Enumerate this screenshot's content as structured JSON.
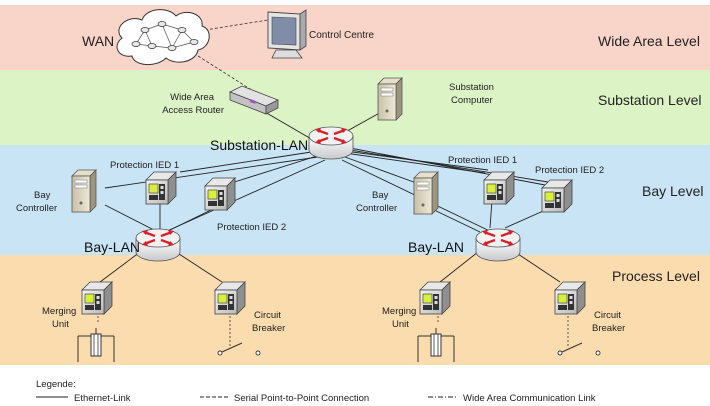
{
  "levels": {
    "wide_area": "Wide Area Level",
    "substation": "Substation Level",
    "bay": "Bay Level",
    "process": "Process Level"
  },
  "colors": {
    "wide_area": "#f9d4c8",
    "substation": "#dcf3c6",
    "bay": "#c9e4f4",
    "process": "#fbdcae",
    "switch_arrow": "#d8202a"
  },
  "nodes": {
    "wan": "WAN",
    "control_centre": "Control Centre",
    "router_line1": "Wide Area",
    "router_line2": "Access Router",
    "substation_computer_line1": "Substation",
    "substation_computer_line2": "Computer",
    "substation_lan": "Substation-LAN",
    "bay_lan": "Bay-LAN",
    "bay_controller_line1": "Bay",
    "bay_controller_line2": "Controller",
    "protection_ied_1": "Protection IED 1",
    "protection_ied_2": "Protection IED 2",
    "merging_unit_line1": "Merging",
    "merging_unit_line2": "Unit",
    "circuit_breaker_line1": "Circuit",
    "circuit_breaker_line2": "Breaker"
  },
  "legend": {
    "title": "Legende:",
    "ethernet": "Ethernet-Link",
    "serial": "Serial Point-to-Point Connection",
    "wide_area": "Wide Area Communication Link"
  },
  "icons": [
    "cloud-network-icon",
    "monitor-icon",
    "router-icon",
    "server-icon",
    "switch-icon",
    "ied-icon",
    "current-transformer-icon",
    "breaker-switch-icon"
  ]
}
